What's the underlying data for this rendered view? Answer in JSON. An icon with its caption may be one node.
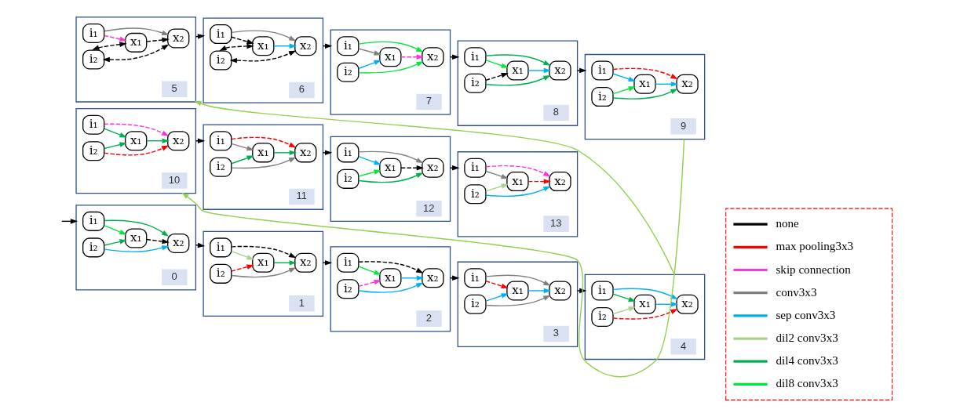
{
  "diagram": {
    "nodes": [
      {
        "text": [
          "0"
        ]
      },
      {
        "text": [
          "i₁"
        ],
        "in": 0
      },
      {
        "text": [
          "x₁"
        ],
        "in": 0
      },
      {
        "text": [
          "x₂"
        ],
        "in": 0
      },
      {
        "text": [
          "i₂"
        ],
        "in": 0
      },
      {
        "text": [
          "1"
        ]
      },
      {
        "text": [
          "i₁"
        ],
        "in": 5
      },
      {
        "text": [
          "x₁"
        ],
        "in": 5
      },
      {
        "text": [
          "x₂"
        ],
        "in": 5
      },
      {
        "text": [
          "i₂"
        ],
        "in": 5
      },
      {
        "text": [
          "2"
        ]
      },
      {
        "text": [
          "i₁"
        ],
        "in": 10
      },
      {
        "text": [
          "x₁"
        ],
        "in": 10
      },
      {
        "text": [
          "x₂"
        ],
        "in": 10
      },
      {
        "text": [
          "i₂"
        ],
        "in": 10
      },
      {
        "text": [
          "3"
        ]
      },
      {
        "text": [
          "i₁"
        ],
        "in": 15
      },
      {
        "text": [
          "x₁"
        ],
        "in": 15
      },
      {
        "text": [
          "x₂"
        ],
        "in": 15
      },
      {
        "text": [
          "i₂"
        ],
        "in": 15
      },
      {
        "text": [
          "4"
        ]
      },
      {
        "text": [
          "i₁"
        ],
        "in": 20
      },
      {
        "text": [
          "x₁"
        ],
        "in": 20
      },
      {
        "text": [
          "x₂"
        ],
        "in": 20
      },
      {
        "text": [
          "i₂"
        ],
        "in": 20
      },
      {
        "text": [
          "5"
        ]
      },
      {
        "text": [
          "i₁"
        ],
        "in": 25
      },
      {
        "text": [
          "x₁"
        ],
        "in": 25
      },
      {
        "text": [
          "x₂"
        ],
        "in": 25
      },
      {
        "text": [
          "i₂"
        ],
        "in": 25
      },
      {
        "text": [
          "6"
        ]
      },
      {
        "text": [
          "i₁"
        ],
        "in": 30
      },
      {
        "text": [
          "x₁"
        ],
        "in": 30
      },
      {
        "text": [
          "x₂"
        ],
        "in": 30
      },
      {
        "text": [
          "i₂"
        ],
        "in": 30
      },
      {
        "text": [
          "7"
        ]
      },
      {
        "text": [
          "i₁"
        ],
        "in": 35
      },
      {
        "text": [
          "x₁"
        ],
        "in": 35
      },
      {
        "text": [
          "x₂"
        ],
        "in": 35
      },
      {
        "text": [
          "i₂"
        ],
        "in": 35
      },
      {
        "text": [
          "8"
        ]
      },
      {
        "text": [
          "i₁"
        ],
        "in": 40
      },
      {
        "text": [
          "x₁"
        ],
        "in": 40
      },
      {
        "text": [
          "x₂"
        ],
        "in": 40
      },
      {
        "text": [
          "i₂"
        ],
        "in": 40
      },
      {
        "text": [
          "9"
        ]
      },
      {
        "text": [
          "i₁"
        ],
        "in": 45
      },
      {
        "text": [
          "x₁"
        ],
        "in": 45
      },
      {
        "text": [
          "x₂"
        ],
        "in": 45
      },
      {
        "text": [
          "i₂"
        ],
        "in": 45
      },
      {
        "text": [
          "10"
        ]
      },
      {
        "text": [
          "i₁"
        ],
        "in": 50
      },
      {
        "text": [
          "x₁"
        ],
        "in": 50
      },
      {
        "text": [
          "x₂"
        ],
        "in": 50
      },
      {
        "text": [
          "i₂"
        ],
        "in": 50
      },
      {
        "text": [
          "11"
        ]
      },
      {
        "text": [
          "i₁"
        ],
        "in": 55
      },
      {
        "text": [
          "x₁"
        ],
        "in": 55
      },
      {
        "text": [
          "x₂"
        ],
        "in": 55
      },
      {
        "text": [
          "i₂"
        ],
        "in": 55
      },
      {
        "text": [
          "12"
        ]
      },
      {
        "text": [
          "i₁"
        ],
        "in": 60
      },
      {
        "text": [
          "x₁"
        ],
        "in": 60
      },
      {
        "text": [
          "x₂"
        ],
        "in": 60
      },
      {
        "text": [
          "i₂"
        ],
        "in": 60
      },
      {
        "text": [
          "13"
        ]
      },
      {
        "text": [
          "i₁"
        ],
        "in": 65
      },
      {
        "text": [
          "x₁"
        ],
        "in": 65
      },
      {
        "text": [
          "x₂"
        ],
        "in": 65
      },
      {
        "text": [
          "i₂"
        ],
        "in": 65
      }
    ],
    "edges": [
      {
        "from": null,
        "to": 0,
        "arrow": "to"
      },
      {
        "from": 1,
        "to": 2,
        "arrow": "to",
        "color": "#00e83c"
      },
      {
        "from": 4,
        "to": 2,
        "arrow": "to",
        "color": "#00b050"
      },
      {
        "from": 1,
        "to": 3,
        "arrow": "to",
        "color": "#00b050"
      },
      {
        "from": 4,
        "to": 3,
        "arrow": "to",
        "color": "#00b0f0"
      },
      {
        "from": 2,
        "to": 3,
        "arrow": "to",
        "style": "dashed",
        "color": "#000000"
      },
      {
        "from": 0,
        "to": 5,
        "arrow": "to"
      },
      {
        "from": 6,
        "to": 7,
        "arrow": "to",
        "color": "#a9d18e"
      },
      {
        "from": 9,
        "to": 7,
        "arrow": "to",
        "style": "dashed",
        "color": "#ff0000"
      },
      {
        "from": 6,
        "to": 8,
        "arrow": "to",
        "style": "dashed",
        "color": "#000000"
      },
      {
        "from": 9,
        "to": 8,
        "arrow": "to",
        "color": "#7f7f7f"
      },
      {
        "from": 7,
        "to": 8,
        "arrow": "to",
        "color": "#00b050"
      },
      {
        "from": 5,
        "to": 10,
        "arrow": "to"
      },
      {
        "from": 11,
        "to": 12,
        "arrow": "to",
        "color": "#00e83c"
      },
      {
        "from": 14,
        "to": 12,
        "arrow": "to",
        "style": "dashed",
        "color": "#ff33dd"
      },
      {
        "from": 11,
        "to": 13,
        "arrow": "to",
        "style": "dashed",
        "color": "#000000"
      },
      {
        "from": 14,
        "to": 13,
        "arrow": "to",
        "color": "#00b0f0"
      },
      {
        "from": 12,
        "to": 13,
        "arrow": "to",
        "color": "#00b0f0"
      },
      {
        "from": 10,
        "to": 15,
        "arrow": "to"
      },
      {
        "from": 16,
        "to": 17,
        "arrow": "to",
        "style": "dashed",
        "color": "#ff0000"
      },
      {
        "from": 19,
        "to": 17,
        "arrow": "to",
        "color": "#00b0f0"
      },
      {
        "from": 16,
        "to": 18,
        "arrow": "to",
        "color": "#7f7f7f"
      },
      {
        "from": 19,
        "to": 18,
        "arrow": "to",
        "color": "#7f7f7f"
      },
      {
        "from": 17,
        "to": 18,
        "arrow": "to",
        "color": "#00b0f0"
      },
      {
        "from": 15,
        "to": 20,
        "arrow": "to"
      },
      {
        "from": 21,
        "to": 22,
        "arrow": "to",
        "color": "#00b050"
      },
      {
        "from": 24,
        "to": 22,
        "arrow": "to",
        "color": "#a9d18e"
      },
      {
        "from": 21,
        "to": 23,
        "arrow": "to",
        "color": "#00b0f0"
      },
      {
        "from": 24,
        "to": 23,
        "arrow": "to",
        "style": "dashed",
        "color": "#ff0000"
      },
      {
        "from": 22,
        "to": 23,
        "arrow": "to",
        "color": "#00b0f0"
      },
      {
        "from": 20,
        "to": 25,
        "arrow": "to",
        "color": "#92d050"
      },
      {
        "from": 26,
        "to": 27,
        "arrow": "to",
        "style": "dashed",
        "color": "#ff33dd"
      },
      {
        "from": 29,
        "to": 27,
        "arrow": "both",
        "style": "dashed",
        "color": "#000000"
      },
      {
        "from": 26,
        "to": 28,
        "arrow": "to",
        "color": "#7f7f7f"
      },
      {
        "from": 29,
        "to": 28,
        "arrow": "both",
        "style": "dashed",
        "color": "#000000"
      },
      {
        "from": 27,
        "to": 28,
        "arrow": "to",
        "style": "dashed",
        "color": "#000000"
      },
      {
        "from": 25,
        "to": 30,
        "arrow": "to"
      },
      {
        "from": 31,
        "to": 32,
        "arrow": "to",
        "style": "dashed",
        "color": "#000000"
      },
      {
        "from": 34,
        "to": 32,
        "arrow": "both",
        "style": "dashed",
        "color": "#000000"
      },
      {
        "from": 31,
        "to": 33,
        "arrow": "to",
        "color": "#7f7f7f"
      },
      {
        "from": 34,
        "to": 33,
        "arrow": "both",
        "style": "dashed",
        "color": "#000000"
      },
      {
        "from": 32,
        "to": 33,
        "arrow": "to",
        "color": "#00b0f0"
      },
      {
        "from": 30,
        "to": 35,
        "arrow": "to"
      },
      {
        "from": 36,
        "to": 37,
        "arrow": "to",
        "color": "#7f7f7f"
      },
      {
        "from": 39,
        "to": 37,
        "arrow": "to",
        "color": "#00b0f0"
      },
      {
        "from": 36,
        "to": 38,
        "arrow": "to",
        "color": "#00e83c"
      },
      {
        "from": 39,
        "to": 38,
        "arrow": "to",
        "color": "#00e83c"
      },
      {
        "from": 37,
        "to": 38,
        "arrow": "to",
        "style": "dashed",
        "color": "#ff33dd"
      },
      {
        "from": 35,
        "to": 40,
        "arrow": "to"
      },
      {
        "from": 41,
        "to": 42,
        "arrow": "to",
        "color": "#00e83c"
      },
      {
        "from": 44,
        "to": 42,
        "arrow": "to",
        "style": "dashed",
        "color": "#000000"
      },
      {
        "from": 41,
        "to": 43,
        "arrow": "to",
        "color": "#00b050"
      },
      {
        "from": 44,
        "to": 43,
        "arrow": "to",
        "color": "#00b050"
      },
      {
        "from": 42,
        "to": 43,
        "arrow": "to",
        "color": "#00b0f0"
      },
      {
        "from": 40,
        "to": 45,
        "arrow": "to"
      },
      {
        "from": 46,
        "to": 47,
        "arrow": "to",
        "color": "#00b0f0"
      },
      {
        "from": 49,
        "to": 47,
        "arrow": "to",
        "color": "#00e83c"
      },
      {
        "from": 46,
        "to": 48,
        "arrow": "to",
        "style": "dashed",
        "color": "#ff0000"
      },
      {
        "from": 49,
        "to": 48,
        "arrow": "to",
        "color": "#00b050"
      },
      {
        "from": 47,
        "to": 48,
        "arrow": "to",
        "color": "#00b0f0"
      },
      {
        "from": 45,
        "to": 50,
        "arrow": "to",
        "color": "#92d050"
      },
      {
        "from": 51,
        "to": 52,
        "arrow": "to",
        "color": "#00b050"
      },
      {
        "from": 54,
        "to": 52,
        "arrow": "to",
        "color": "#00b050"
      },
      {
        "from": 51,
        "to": 53,
        "arrow": "to",
        "style": "dashed",
        "color": "#ff33dd"
      },
      {
        "from": 54,
        "to": 53,
        "arrow": "to",
        "style": "dashed",
        "color": "#ff0000"
      },
      {
        "from": 52,
        "to": 53,
        "arrow": "to",
        "color": "#00b050"
      },
      {
        "from": 50,
        "to": 55,
        "arrow": "to"
      },
      {
        "from": 56,
        "to": 57,
        "arrow": "to",
        "color": "#7f7f7f"
      },
      {
        "from": 59,
        "to": 57,
        "arrow": "to",
        "color": "#00b050"
      },
      {
        "from": 56,
        "to": 58,
        "arrow": "to",
        "style": "dashed",
        "color": "#ff0000"
      },
      {
        "from": 59,
        "to": 58,
        "arrow": "to",
        "color": "#7f7f7f"
      },
      {
        "from": 57,
        "to": 58,
        "arrow": "to",
        "color": "#00b050"
      },
      {
        "from": 55,
        "to": 60,
        "arrow": "to"
      },
      {
        "from": 61,
        "to": 62,
        "arrow": "to",
        "color": "#00b0f0"
      },
      {
        "from": 64,
        "to": 62,
        "arrow": "to",
        "color": "#00e83c"
      },
      {
        "from": 61,
        "to": 63,
        "arrow": "to",
        "color": "#7f7f7f"
      },
      {
        "from": 64,
        "to": 63,
        "arrow": "to",
        "color": "#00b050"
      },
      {
        "from": 62,
        "to": 63,
        "arrow": "to",
        "style": "dashed",
        "color": "#000000"
      },
      {
        "from": 60,
        "to": 65,
        "arrow": "to"
      },
      {
        "from": 66,
        "to": 67,
        "arrow": "to",
        "color": "#7f7f7f"
      },
      {
        "from": 69,
        "to": 67,
        "arrow": "to",
        "color": "#a9d18e"
      },
      {
        "from": 66,
        "to": 68,
        "arrow": "to",
        "style": "dashed",
        "color": "#ff33dd"
      },
      {
        "from": 69,
        "to": 68,
        "arrow": "to",
        "color": "#00b0f0"
      },
      {
        "from": 67,
        "to": 68,
        "arrow": "to",
        "style": "dashed",
        "color": "#ff0000"
      }
    ],
    "legend": [
      {
        "text": "none"
      },
      {
        "text": "max pooling3x3"
      },
      {
        "text": "skip connection"
      },
      {
        "text": "conv3x3"
      },
      {
        "text": "sep conv3x3"
      },
      {
        "text": "dil2 conv3x3"
      },
      {
        "text": "dil4 conv3x3"
      },
      {
        "text": "dil8 conv3x3"
      }
    ]
  }
}
